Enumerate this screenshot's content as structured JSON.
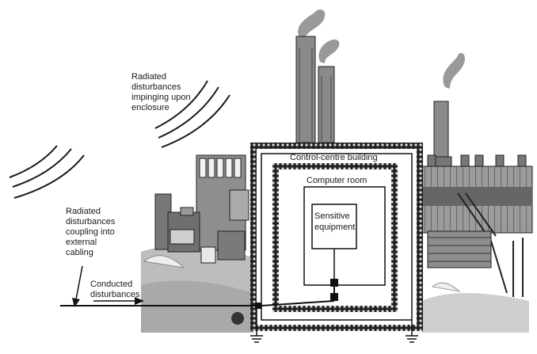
{
  "labels": {
    "radiated_enclosure": [
      "Radiated",
      "disturbances",
      "impinging upon",
      "enclosure"
    ],
    "radiated_cabling": [
      "Radiated",
      "disturbances",
      "coupling into",
      "external",
      "cabling"
    ],
    "conducted": [
      "Conducted",
      "disturbances"
    ],
    "control_centre": "Control-centre building",
    "computer_room": "Computer room",
    "sensitive_equipment": [
      "Sensitive",
      "equipment"
    ]
  },
  "colors": {
    "ink": "#1a1a1a",
    "smoke": "#9a9a9a",
    "building": "#8c8c8c",
    "ground": "#c8c8c8"
  }
}
